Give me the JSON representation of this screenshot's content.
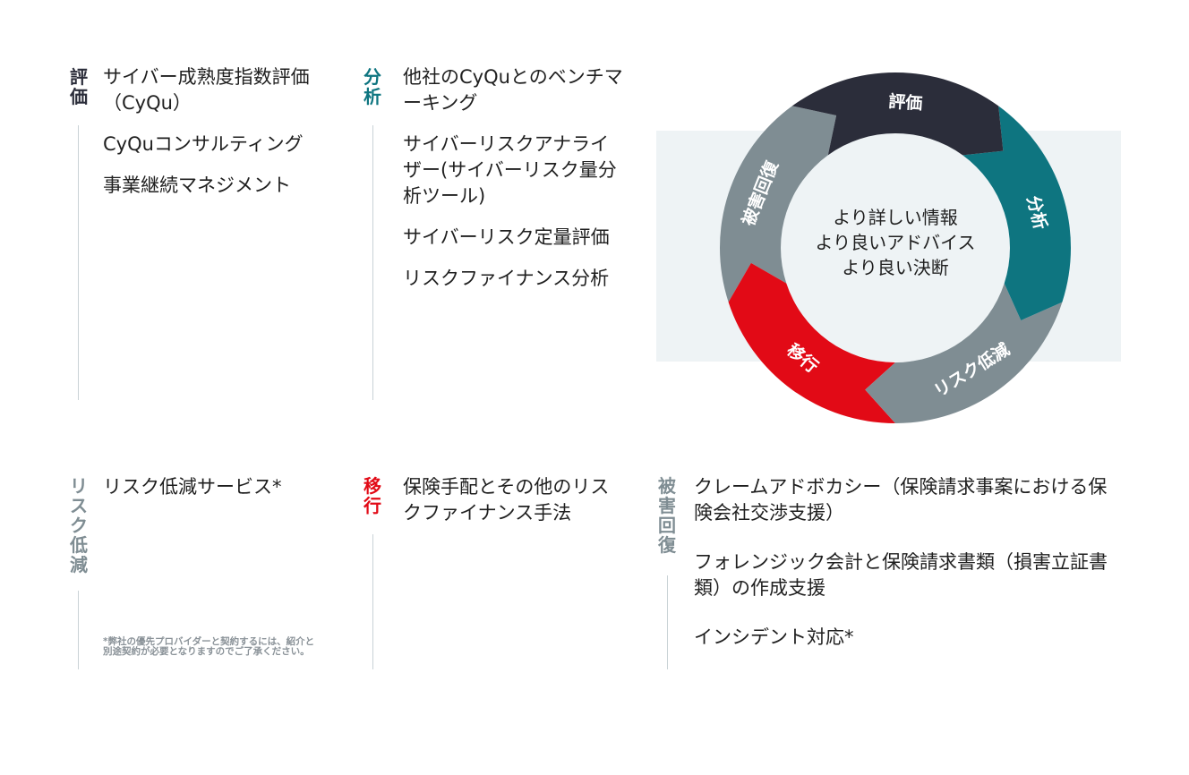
{
  "colors": {
    "dark": "#2b2d3a",
    "teal": "#0e7580",
    "gray": "#7f8d93",
    "red": "#e20a16",
    "panel": "#eef3f5",
    "line": "#c9d2d6"
  },
  "sections": {
    "assess": {
      "label": "評\n価",
      "items": [
        "サイバー成熟度指数評価（CyQu）",
        "CyQuコンサルティング",
        "事業継続マネジメント"
      ]
    },
    "analyze": {
      "label": "分\n析",
      "items": [
        "他社のCyQuとのベンチマーキング",
        "サイバーリスクアナライザー(サイバーリスク量分析ツール)",
        "サイバーリスク定量評価",
        "リスクファイナンス分析"
      ]
    },
    "mitigate": {
      "label": "リ\nス\nク\n低\n減",
      "items": [
        "リスク低減サービス*"
      ],
      "note": "*弊社の優先プロバイダーと契約するには、紹介と別途契約が必要となりますのでご了承ください。"
    },
    "transfer": {
      "label": "移\n行",
      "items": [
        "保険手配とその他のリスクファイナンス手法"
      ]
    },
    "recover": {
      "label": "被\n害\n回\n復",
      "items": [
        "クレームアドボカシー（保険請求事案における保険会社交渉支援）",
        "フォレンジック会計と保険請求書類（損害立証書類）の作成支援",
        "インシデント対応*"
      ]
    }
  },
  "cycle": {
    "center_lines": [
      "より詳しい情報",
      "より良いアドバイス",
      "より良い決断"
    ],
    "segments": [
      {
        "label": "評価",
        "color": "#2b2d3a"
      },
      {
        "label": "分析",
        "color": "#0e7580"
      },
      {
        "label": "リスク低減",
        "color": "#7f8d93"
      },
      {
        "label": "移行",
        "color": "#e20a16"
      },
      {
        "label": "被害回復",
        "color": "#7f8d93"
      }
    ]
  }
}
